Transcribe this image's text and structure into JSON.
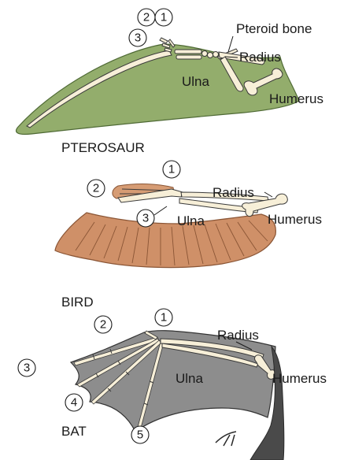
{
  "colors": {
    "pterosaur_membrane": "#93ad6c",
    "bird_feathers": "#cf9068",
    "bat_membrane": "#8d8d8d",
    "bone": "#f7efd8"
  },
  "pterosaur": {
    "title": "PTEROSAUR",
    "labels": {
      "pteroid": "Pteroid bone",
      "radius": "Radius",
      "ulna": "Ulna",
      "humerus": "Humerus"
    },
    "digits": [
      "1",
      "2",
      "3"
    ]
  },
  "bird": {
    "title": "BIRD",
    "labels": {
      "radius": "Radius",
      "ulna": "Ulna",
      "humerus": "Humerus"
    },
    "digits": [
      "1",
      "2",
      "3"
    ]
  },
  "bat": {
    "title": "BAT",
    "labels": {
      "radius": "Radius",
      "ulna": "Ulna",
      "humerus": "Humerus"
    },
    "digits": [
      "1",
      "2",
      "3",
      "4",
      "5"
    ]
  }
}
